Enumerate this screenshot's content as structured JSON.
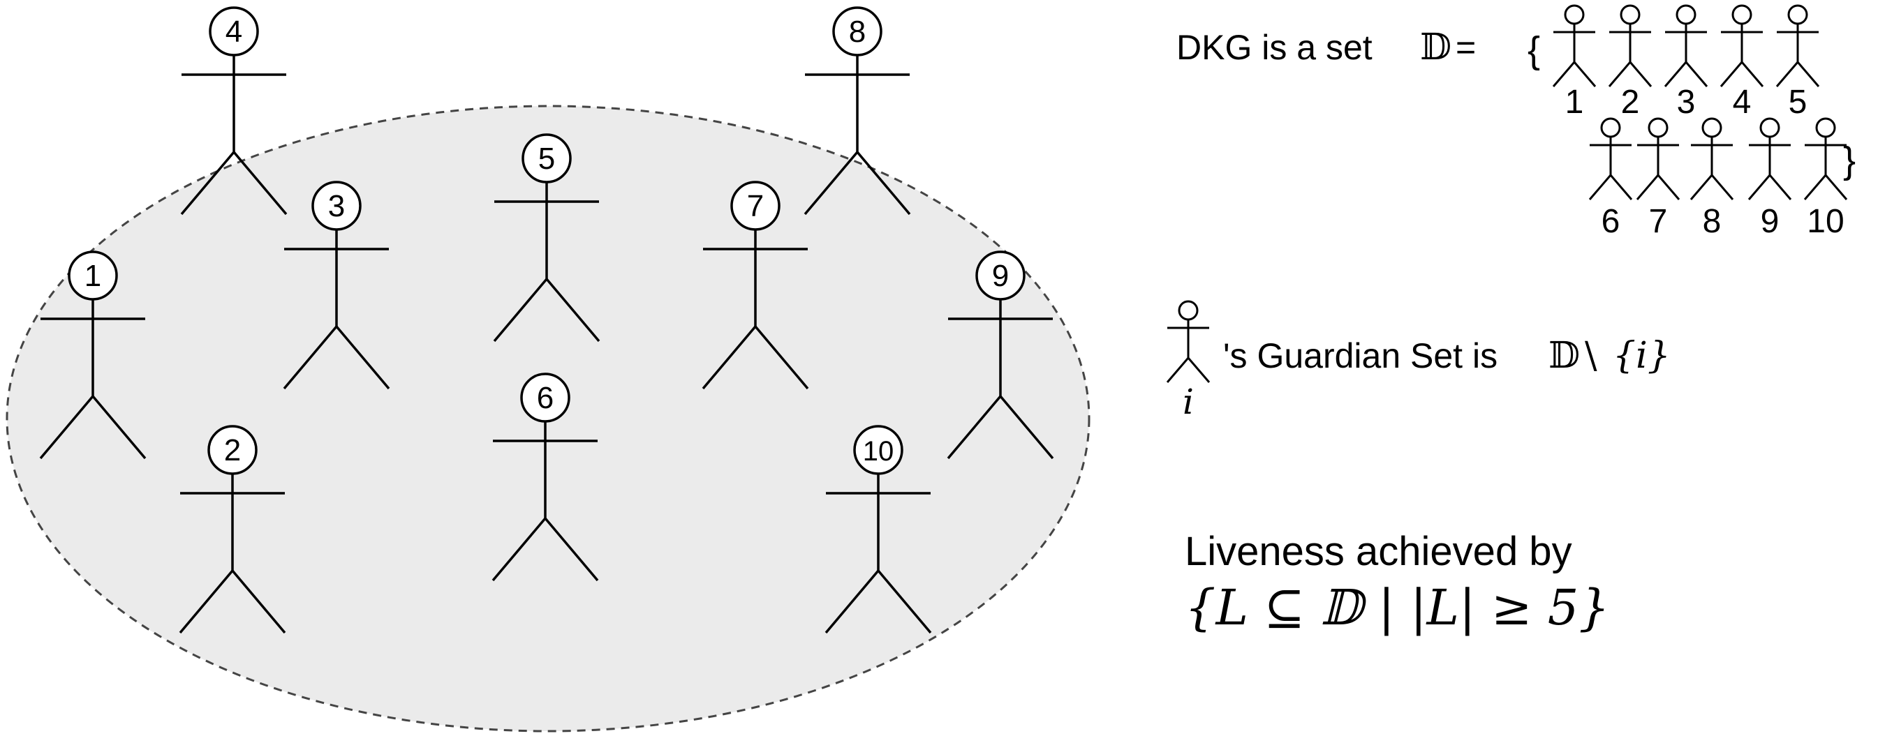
{
  "colors": {
    "stroke": "#000000",
    "region_fill": "#ebebeb",
    "region_stroke": "#444444",
    "background": "#ffffff"
  },
  "region": {
    "style": "dashed",
    "members": [
      "1",
      "2",
      "3",
      "5",
      "6",
      "7",
      "9",
      "10"
    ]
  },
  "nodes": [
    "1",
    "2",
    "3",
    "4",
    "5",
    "6",
    "7",
    "8",
    "9",
    "10"
  ],
  "definition": {
    "prefix": "DKG is a set",
    "set_symbol": "𝔻",
    "equals": "=",
    "open_brace": "{",
    "close_brace": "}",
    "members_row1": [
      "1",
      "2",
      "3",
      "4",
      "5"
    ],
    "members_row2": [
      "6",
      "7",
      "8",
      "9",
      "10"
    ]
  },
  "guardian": {
    "figure_label": "i",
    "text_prefix": "'s Guardian Set is",
    "set_symbol": "𝔻",
    "minus": "\\",
    "set_expr": "{i}"
  },
  "liveness": {
    "line1": "Liveness achieved by",
    "formula": "{L ⊆ 𝔻 | |L| ≥ 5}"
  }
}
